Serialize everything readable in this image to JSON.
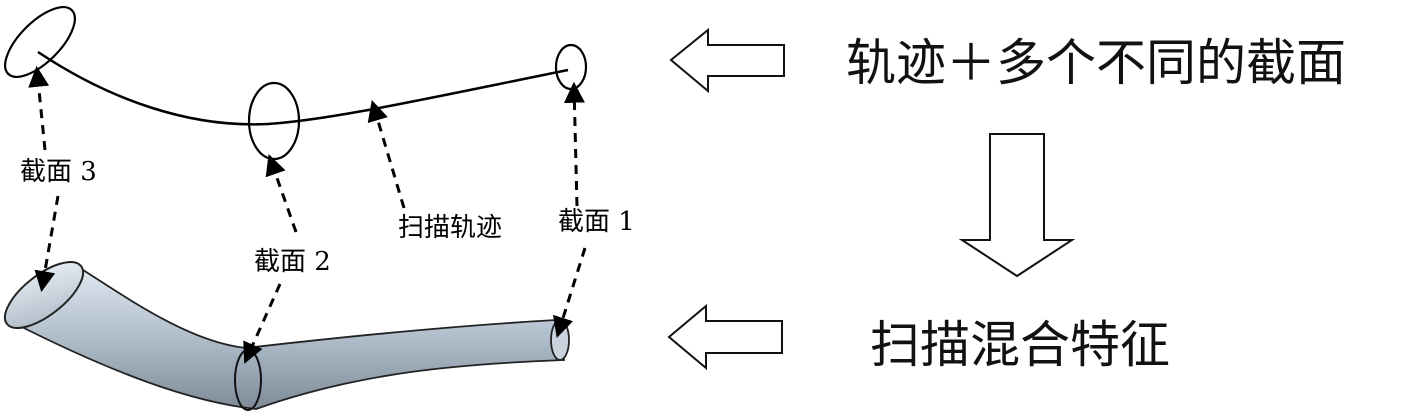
{
  "labels": {
    "section_3": "截面 3",
    "section_2": "截面 2",
    "section_1": "截面 1",
    "sweep_path": "扫描轨迹"
  },
  "headline": {
    "top": "轨迹＋多个不同的截面",
    "bottom": "扫描混合特征"
  },
  "colors": {
    "line": "#000000",
    "tube_light": "#dfe7ef",
    "tube_mid": "#b4c1cf",
    "tube_dark": "#7e8b98",
    "arrow_stroke": "#111111"
  }
}
